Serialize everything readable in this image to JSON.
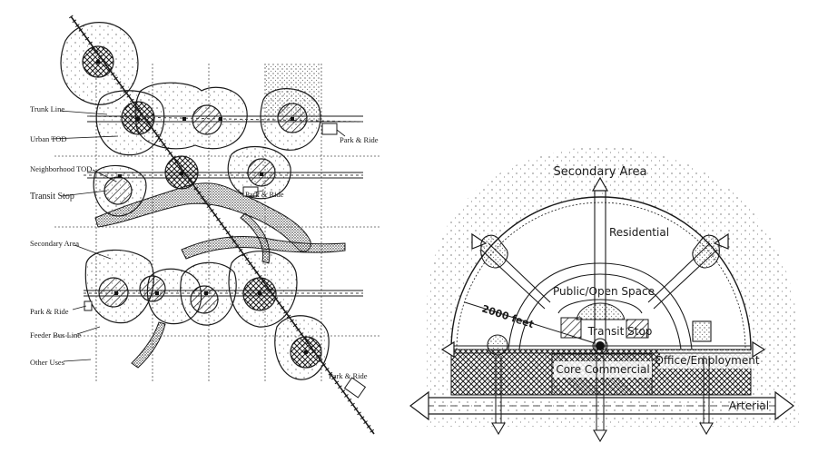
{
  "left_diagram": {
    "labels": {
      "trunk_line": "Trunk Line",
      "urban_tod": "Urban TOD",
      "neighborhood_tod": "Neighborhood TOD",
      "transit_stop": "Transit Stop",
      "secondary_area": "Secondary Area",
      "park_ride_left": "Park & Ride",
      "feeder_bus_line": "Feeder Bus Line",
      "other_uses": "Other Uses",
      "park_ride_top": "Park & Ride",
      "park_ride_mid": "Park & Ride",
      "park_ride_bottom": "Park & Ride"
    }
  },
  "right_diagram": {
    "labels": {
      "secondary_area": "Secondary Area",
      "residential": "Residential",
      "public_open_space": "Public/Open Space",
      "distance": "2000 feet",
      "transit_stop": "Transit Stop",
      "core_commercial": "Core Commercial",
      "office_employment": "Office/Employment",
      "arterial": "Arterial"
    }
  },
  "colors": {
    "ink": "#1a1a1a",
    "paper": "#ffffff"
  }
}
